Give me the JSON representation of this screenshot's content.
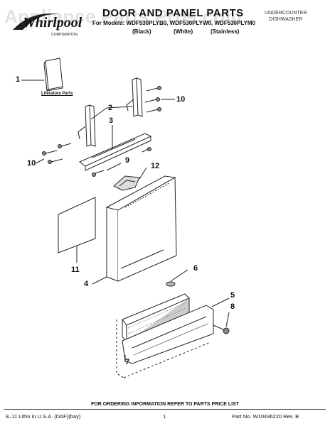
{
  "watermark": "Appliance Parts Pros.com",
  "brand": {
    "logo_text": "Whirlpool",
    "logo_sub": "CORPORATION"
  },
  "header": {
    "title": "DOOR AND PANEL PARTS",
    "models": "For Models: WDF530PLYB0, WDF530PLYW0, WDF530PLYM0",
    "finishes": [
      "(Black)",
      "(White)",
      "(Stainless)"
    ],
    "category_line1": "UNDERCOUNTER",
    "category_line2": "DISHWASHER"
  },
  "diagram": {
    "literature_label": "Literature Parts",
    "callouts": [
      "1",
      "2",
      "3",
      "4",
      "5",
      "6",
      "7",
      "8",
      "9",
      "10",
      "10",
      "11",
      "12"
    ]
  },
  "footer": {
    "order_note": "FOR ORDERING INFORMATION REFER TO PARTS PRICE LIST",
    "litho": "8–11 Litho in U.S.A. (DAF)(bay)",
    "page": "1",
    "part_no": "Part No. W10436220 Rev. B"
  }
}
